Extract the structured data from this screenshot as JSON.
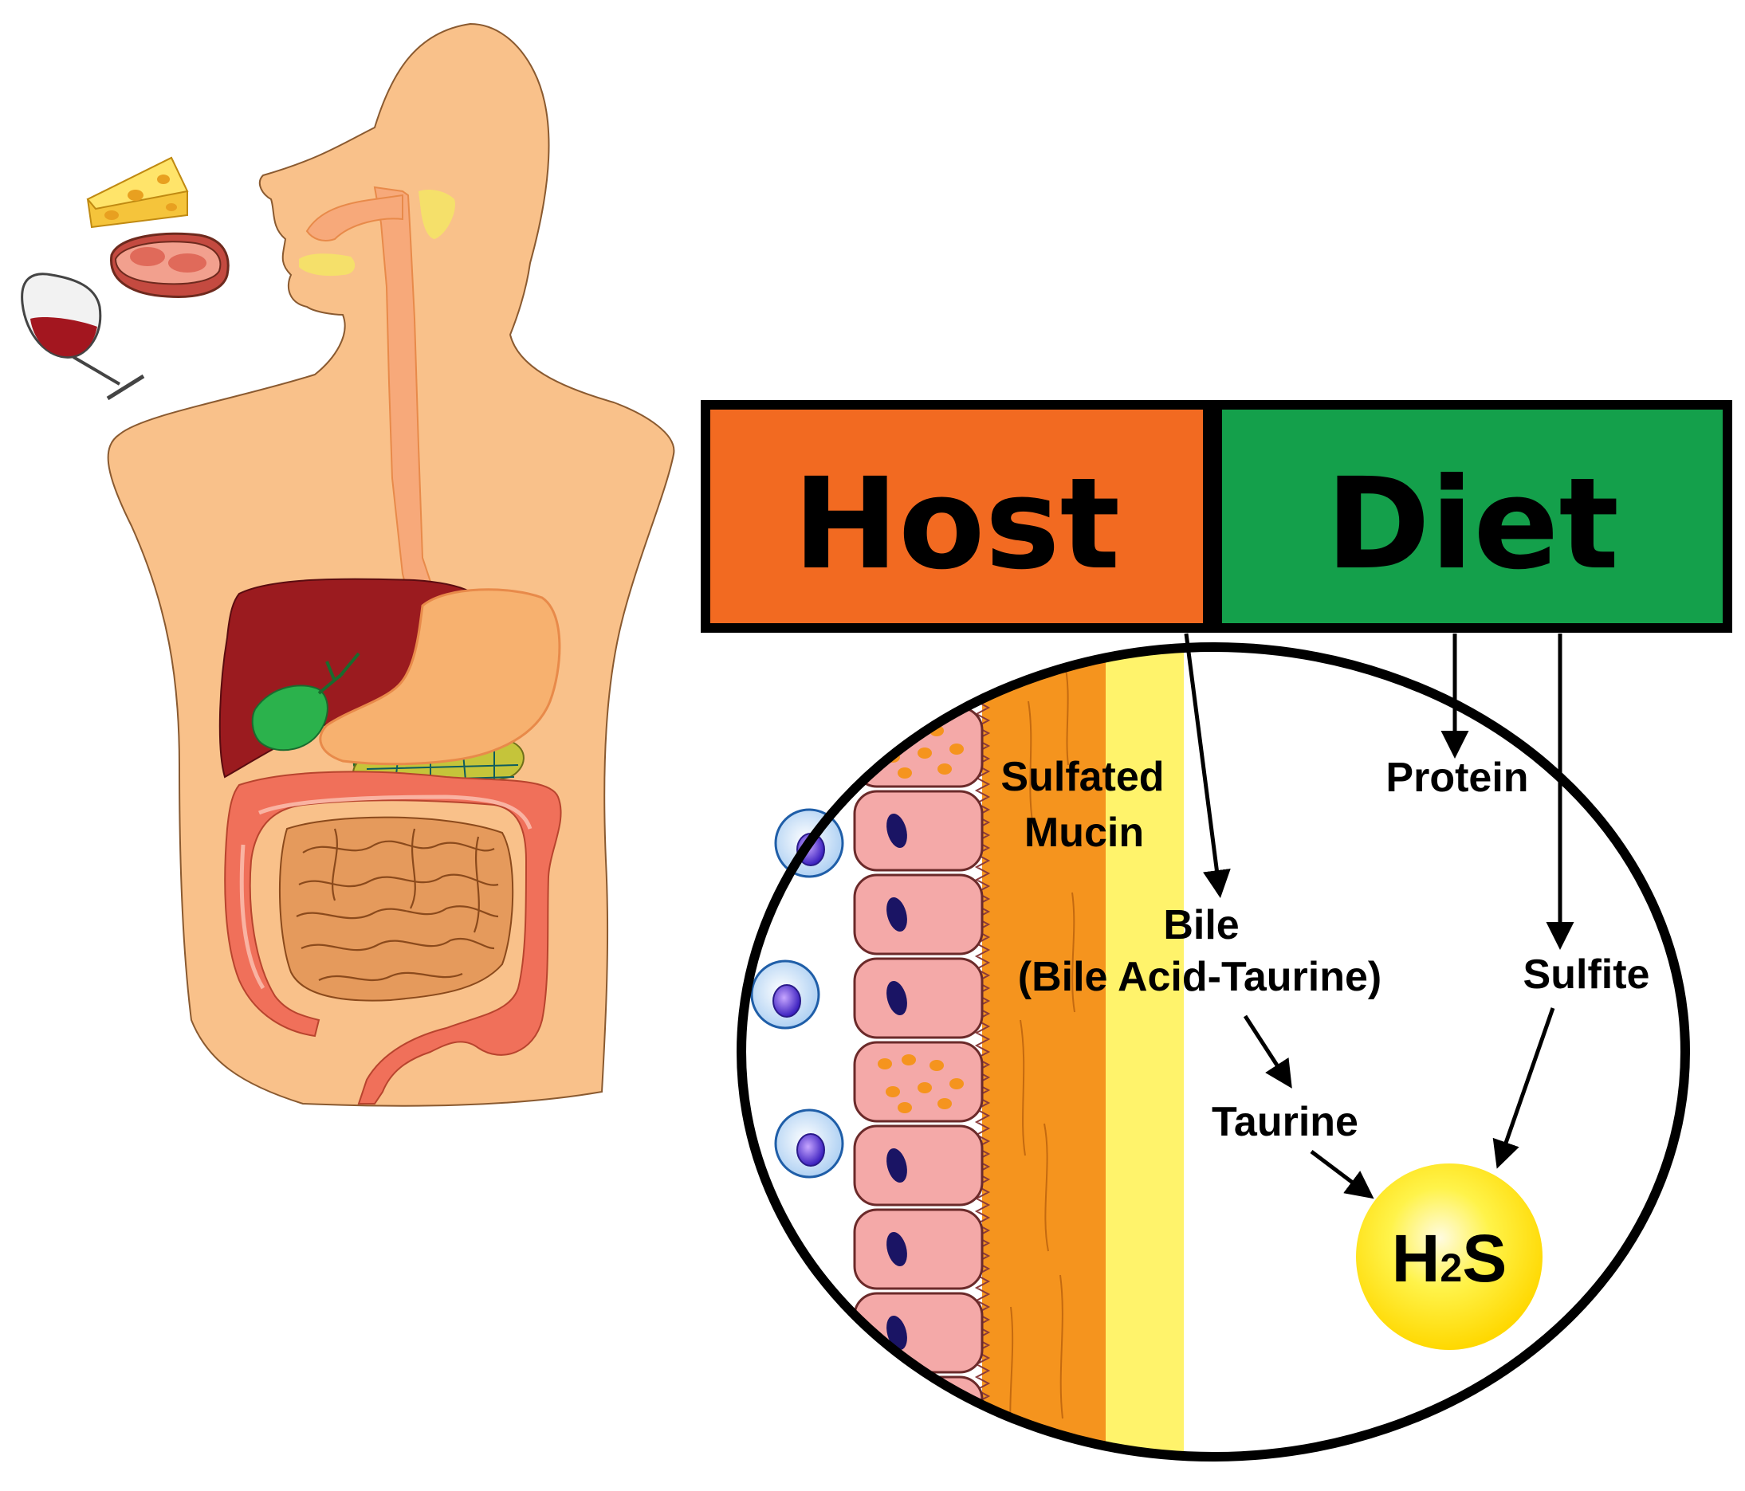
{
  "header": {
    "host_label": "Host",
    "diet_label": "Diet"
  },
  "labels": {
    "sulfated_mucin_line1": "Sulfated",
    "sulfated_mucin_line2": "Mucin",
    "protein": "Protein",
    "bile": "Bile",
    "bile_sub": "(Bile Acid-Taurine)",
    "taurine": "Taurine",
    "sulfite": "Sulfite",
    "h2s_main_h": "H",
    "h2s_sub": "2",
    "h2s_main_s": "S"
  },
  "colors": {
    "skin": "#f9c18a",
    "host_box": "#f26a21",
    "diet_box": "#14a04b",
    "mucus": "#f5941e",
    "yellow_layer": "#fff36b",
    "epithelium": "#f4a9a8",
    "nucleus": "#1a1464",
    "liver": "#9b1b1f",
    "gallbladder": "#2bb24c",
    "colon": "#f0705a",
    "small_intestine": "#e59a5c",
    "h2s_ball": "#ffe600"
  },
  "icons": [
    "cheese-icon",
    "steak-icon",
    "wine-glass-icon"
  ]
}
